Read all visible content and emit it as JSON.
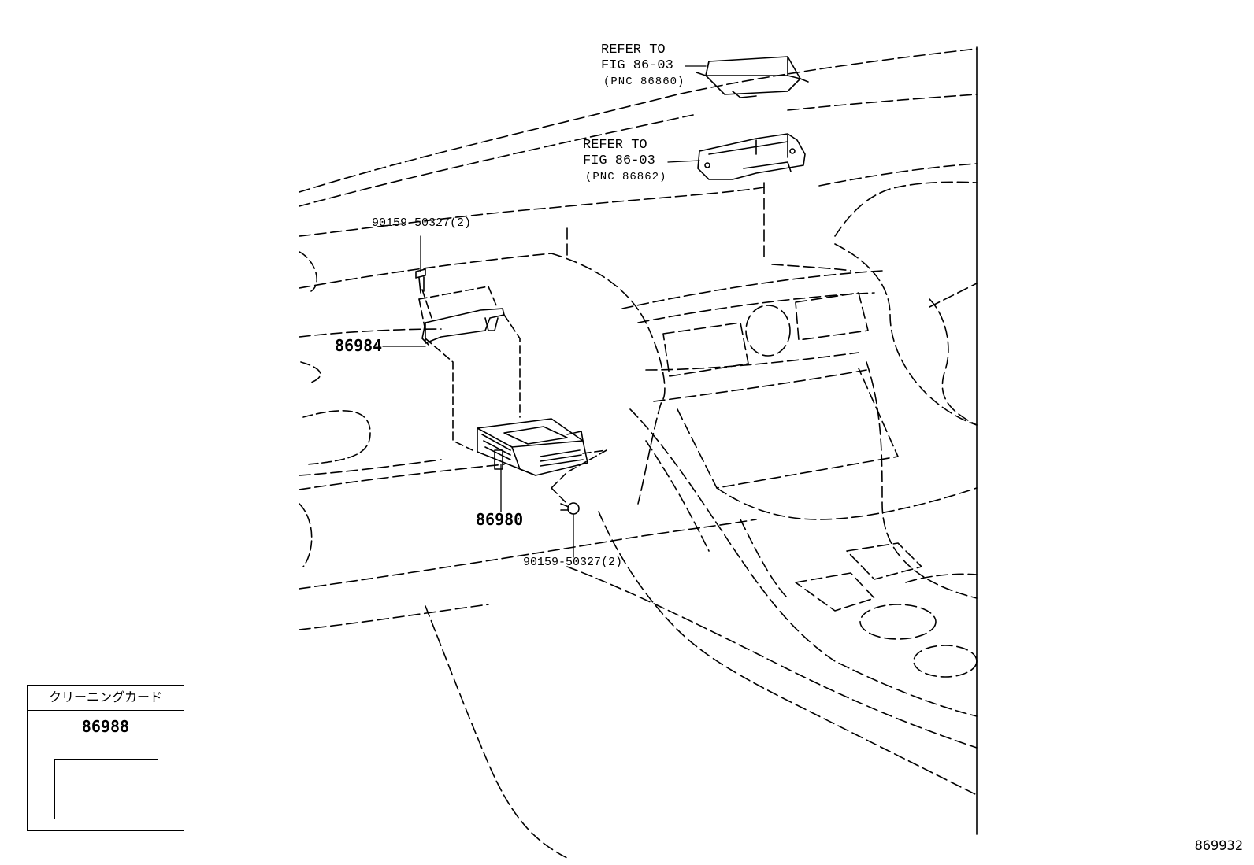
{
  "refs": [
    {
      "line1": "REFER TO",
      "line2": "FIG 86-03",
      "line3": "(PNC 86860)"
    },
    {
      "line1": "REFER TO",
      "line2": "FIG 86-03",
      "line3": "(PNC 86862)"
    }
  ],
  "parts": {
    "bolt_top": "90159-50327(2)",
    "bracket": "86984",
    "unit": "86980",
    "bolt_bottom": "90159-50327(2)"
  },
  "legend": {
    "header": "クリーニングカード",
    "part_number": "86988"
  },
  "figure_number": "869932"
}
